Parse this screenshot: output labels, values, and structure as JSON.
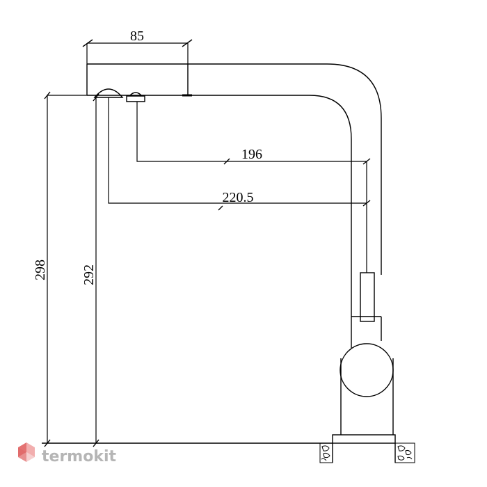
{
  "drawing": {
    "dimensions": {
      "spout_width": "85",
      "reach_inner": "196",
      "reach_outer": "220.5",
      "height_total": "298",
      "height_outlet": "292"
    }
  },
  "branding": {
    "logo_text": "termokit",
    "logo_colors": [
      "#e05a5a",
      "#b0b0b0"
    ]
  }
}
